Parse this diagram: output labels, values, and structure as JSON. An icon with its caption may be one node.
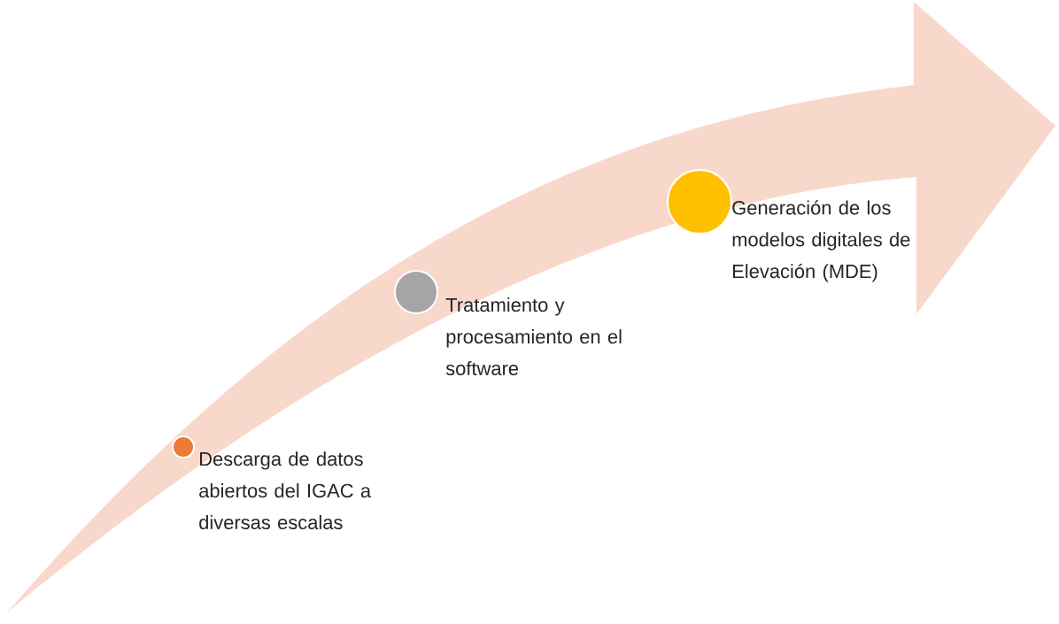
{
  "diagram": {
    "nodes": [
      {
        "text": [],
        "shape": "circle",
        "beside": [
          "Descarga de datos abiertos del IGAC a diversas escalas"
        ]
      },
      {
        "text": [],
        "shape": "circle",
        "beside": [
          "Tratamiento y procesamiento en el software"
        ]
      },
      {
        "text": [],
        "shape": "circle",
        "beside": [
          "Generación de los modelos digitales de Elevación (MDE)"
        ]
      }
    ],
    "edges": []
  }
}
